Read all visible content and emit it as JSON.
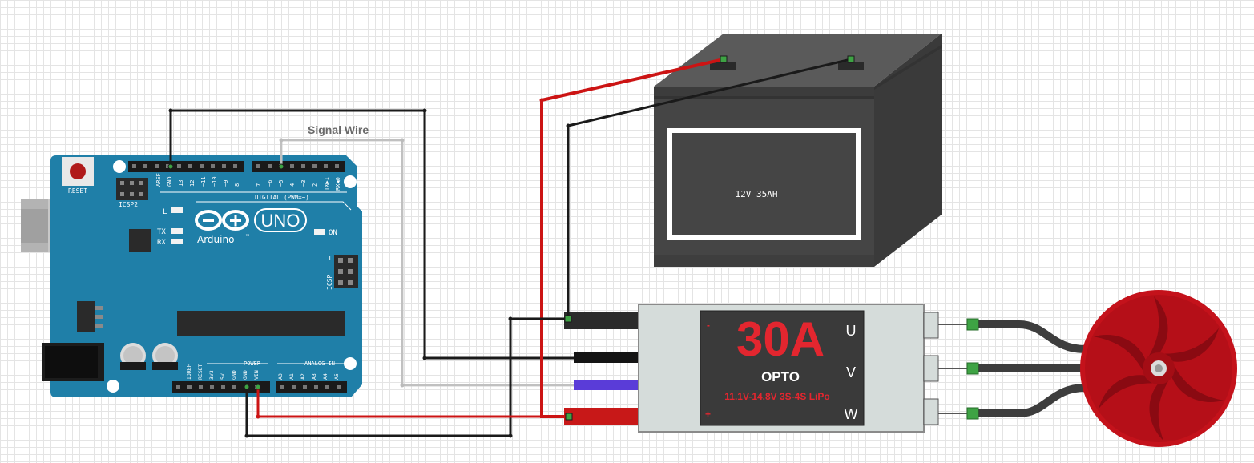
{
  "arduino": {
    "reset_label": "RESET",
    "icsp2_label": "ICSP2",
    "icsp_label": "ICSP",
    "icsp_pin1": "1",
    "led_l": "L",
    "led_tx": "TX",
    "led_rx": "RX",
    "led_on": "ON",
    "brand": "Arduino",
    "trademark": "™",
    "model": "UNO",
    "digital_header": "DIGITAL (PWM=~)",
    "power_header": "POWER",
    "analog_header": "ANALOG IN",
    "top_pins_left": [
      "AREF",
      "GND",
      "13",
      "12",
      "~11",
      "~10",
      "~9",
      "8"
    ],
    "top_pins_right": [
      "7",
      "~6",
      "~5",
      "4",
      "~3",
      "2",
      "TX▶1",
      "RX◀0"
    ],
    "power_pins": [
      "IOREF",
      "RESET",
      "3V3",
      "5V",
      "GND",
      "GND",
      "VIN"
    ],
    "analog_pins": [
      "A0",
      "A1",
      "A2",
      "A3",
      "A4",
      "A5"
    ]
  },
  "battery": {
    "label": "12V 35AH"
  },
  "esc": {
    "rating": "30A",
    "type": "OPTO",
    "spec": "11.1V-14.8V  3S-4S LiPo",
    "minus": "-",
    "plus": "+",
    "phases": [
      "U",
      "V",
      "W"
    ]
  },
  "wires": {
    "signal_label": "Signal Wire"
  },
  "colors": {
    "board": "#1f7fa8",
    "wire_red": "#cc1414",
    "wire_black": "#1a1a1a",
    "wire_signal": "#d0d0d0",
    "wire_purple": "#5a3cd8",
    "motor": "#c4121b",
    "battery": "#454545"
  }
}
